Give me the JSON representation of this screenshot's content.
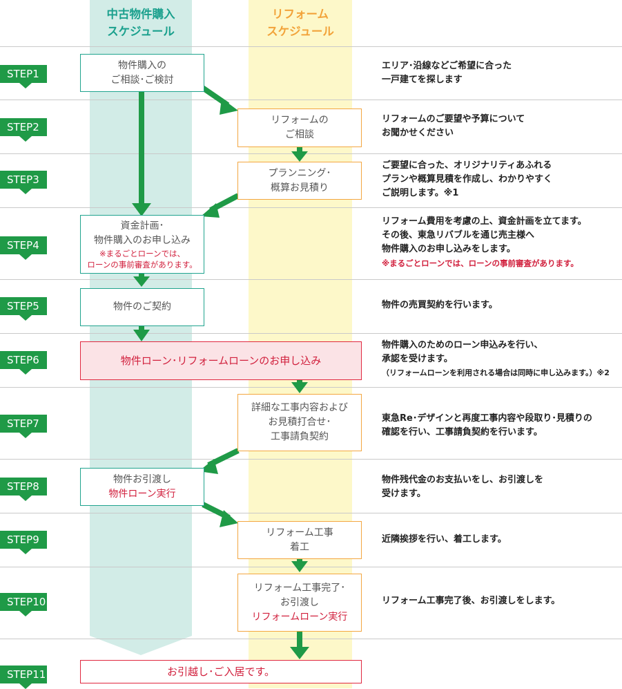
{
  "columns": {
    "used_property": {
      "line1": "中古物件購入",
      "line2": "スケジュール"
    },
    "reform": {
      "line1": "リフォーム",
      "line2": "スケジュール"
    }
  },
  "steps": [
    {
      "label": "STEP1"
    },
    {
      "label": "STEP2"
    },
    {
      "label": "STEP3"
    },
    {
      "label": "STEP4"
    },
    {
      "label": "STEP5"
    },
    {
      "label": "STEP6"
    },
    {
      "label": "STEP7"
    },
    {
      "label": "STEP8"
    },
    {
      "label": "STEP9"
    },
    {
      "label": "STEP10"
    },
    {
      "label": "STEP11"
    }
  ],
  "boxes": {
    "s1": {
      "line1": "物件購入の",
      "line2": "ご相談･ご検討"
    },
    "s2": {
      "line1": "リフォームの",
      "line2": "ご相談"
    },
    "s3": {
      "line1": "プランニング･",
      "line2": "概算お見積り"
    },
    "s4": {
      "line1": "資金計画･",
      "line2": "物件購入のお申し込み",
      "note1": "※まるごとローンでは、",
      "note2": "ローンの事前審査があります。"
    },
    "s5": {
      "line1": "物件のご契約"
    },
    "s6": {
      "line1": "物件ローン･リフォームローンのお申し込み"
    },
    "s7": {
      "line1": "詳細な工事内容および",
      "line2": "お見積打合せ･",
      "line3": "工事請負契約"
    },
    "s8": {
      "line1": "物件お引渡し",
      "line2": "物件ローン実行"
    },
    "s9": {
      "line1": "リフォーム工事",
      "line2": "着工"
    },
    "s10": {
      "line1": "リフォーム工事完了･",
      "line2": "お引渡し",
      "line3": "リフォームローン実行"
    },
    "s11": {
      "line1": "お引越し･ご入居です。"
    }
  },
  "descriptions": {
    "s1": {
      "line1": "エリア･沿線などご希望に合った",
      "line2": "一戸建てを探します"
    },
    "s2": {
      "line1": "リフォームのご要望や予算について",
      "line2": "お聞かせください"
    },
    "s3": {
      "line1": "ご要望に合った、オリジナリティあふれる",
      "line2": "プランや概算見積を作成し、わかりやすく",
      "line3": "ご説明します。※1"
    },
    "s4": {
      "line1": "リフォーム費用を考慮の上、資金計画を立てます。",
      "line2": "その後、東急リバブルを通じ売主様へ",
      "line3": "物件購入のお申し込みをします。",
      "note": "※まるごとローンでは、ローンの事前審査があります。"
    },
    "s5": {
      "line1": "物件の売買契約を行います。"
    },
    "s6": {
      "line1": "物件購入のためのローン申込みを行い、",
      "line2": "承認を受けます。",
      "line3": "（リフォームローンを利用される場合は同時に申し込みます。）※2"
    },
    "s7": {
      "line1": "東急Re･デザインと再度工事内容や段取り･見積りの",
      "line2": "確認を行い、工事請負契約を行います。"
    },
    "s8": {
      "line1": "物件残代金のお支払いをし、お引渡しを",
      "line2": "受けます。"
    },
    "s9": {
      "line1": "近隣挨拶を行い、着工します。"
    },
    "s10": {
      "line1": "リフォーム工事完了後、お引渡しをします。"
    }
  },
  "colors": {
    "step_green": "#1f9a47",
    "teal": "#1fa38e",
    "orange": "#f3a640",
    "red": "#d11f3c"
  }
}
